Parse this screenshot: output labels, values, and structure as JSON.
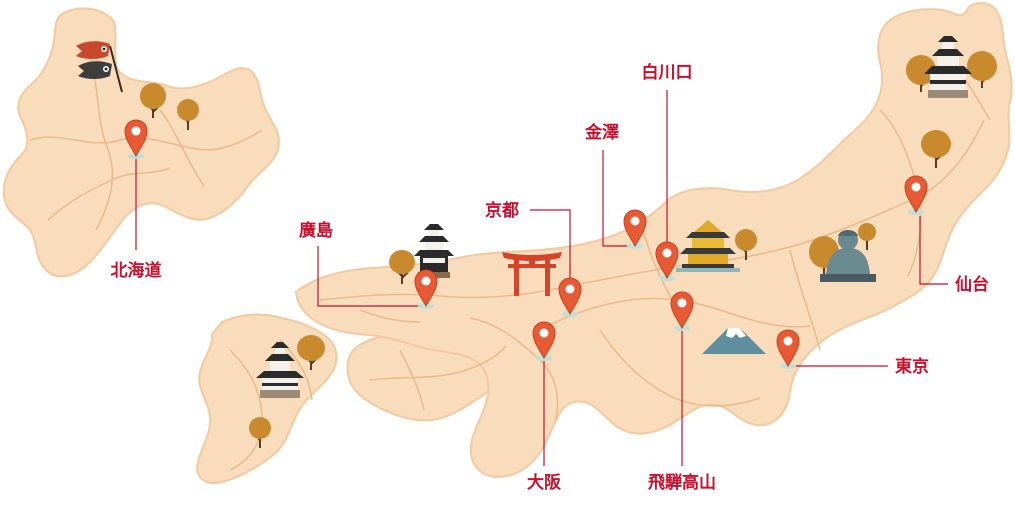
{
  "colors": {
    "land": "#f8dcbc",
    "land_edge": "#f2c9a0",
    "road": "#e9b98a",
    "pin": "#e85a34",
    "pin_dark": "#c8421f",
    "pin_shadow": "#bfe0d6",
    "label": "#c8102e",
    "leader": "#c8102e",
    "tree_canopy": "#c98a2e",
    "tree_trunk": "#5a3a22"
  },
  "markers": [
    {
      "id": "hokkaido",
      "label": "北海道"
    },
    {
      "id": "hiroshima",
      "label": "廣島"
    },
    {
      "id": "kyoto",
      "label": "京都"
    },
    {
      "id": "kanazawa",
      "label": "金澤"
    },
    {
      "id": "shirakawago",
      "label": "白川口"
    },
    {
      "id": "sendai",
      "label": "仙台"
    },
    {
      "id": "tokyo",
      "label": "東京"
    },
    {
      "id": "osaka",
      "label": "大阪"
    },
    {
      "id": "takayama",
      "label": "飛騨高山"
    }
  ],
  "landmarks": [
    {
      "id": "koinobori",
      "icon": "koinobori-icon"
    },
    {
      "id": "hiroshima-castle",
      "icon": "castle-icon"
    },
    {
      "id": "torii",
      "icon": "torii-gate-icon"
    },
    {
      "id": "kinkakuji",
      "icon": "golden-pavilion-icon"
    },
    {
      "id": "fuji",
      "icon": "mount-fuji-icon"
    },
    {
      "id": "daibutsu",
      "icon": "great-buddha-icon"
    },
    {
      "id": "north-castle",
      "icon": "castle-icon"
    },
    {
      "id": "kyushu-castle",
      "icon": "castle-icon"
    }
  ]
}
